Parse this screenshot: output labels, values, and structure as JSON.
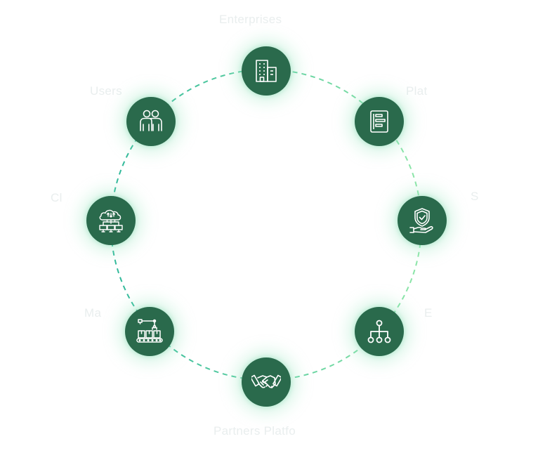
{
  "nodes": [
    {
      "id": "enterprises",
      "icon": "building-icon",
      "label": "Enterprises"
    },
    {
      "id": "document",
      "icon": "document-icon",
      "label": "Plat"
    },
    {
      "id": "security",
      "icon": "shield-hand-icon",
      "label": "S"
    },
    {
      "id": "hierarchy",
      "icon": "hierarchy-icon",
      "label": "E"
    },
    {
      "id": "partners",
      "icon": "handshake-icon",
      "label": "Partners Platfo"
    },
    {
      "id": "manufacturing",
      "icon": "robot-arm-conveyor-icon",
      "label": "Ma"
    },
    {
      "id": "cloud",
      "icon": "cloud-network-icon",
      "label": "Cl"
    },
    {
      "id": "users",
      "icon": "users-icon",
      "label": "Users"
    }
  ],
  "colors": {
    "node_fill": "#2a6a4c",
    "ring_dash_start": "#2fb89a",
    "ring_dash_end": "#8ee6a8",
    "icon_stroke": "#ffffff",
    "label_text": "#e9eeee"
  }
}
